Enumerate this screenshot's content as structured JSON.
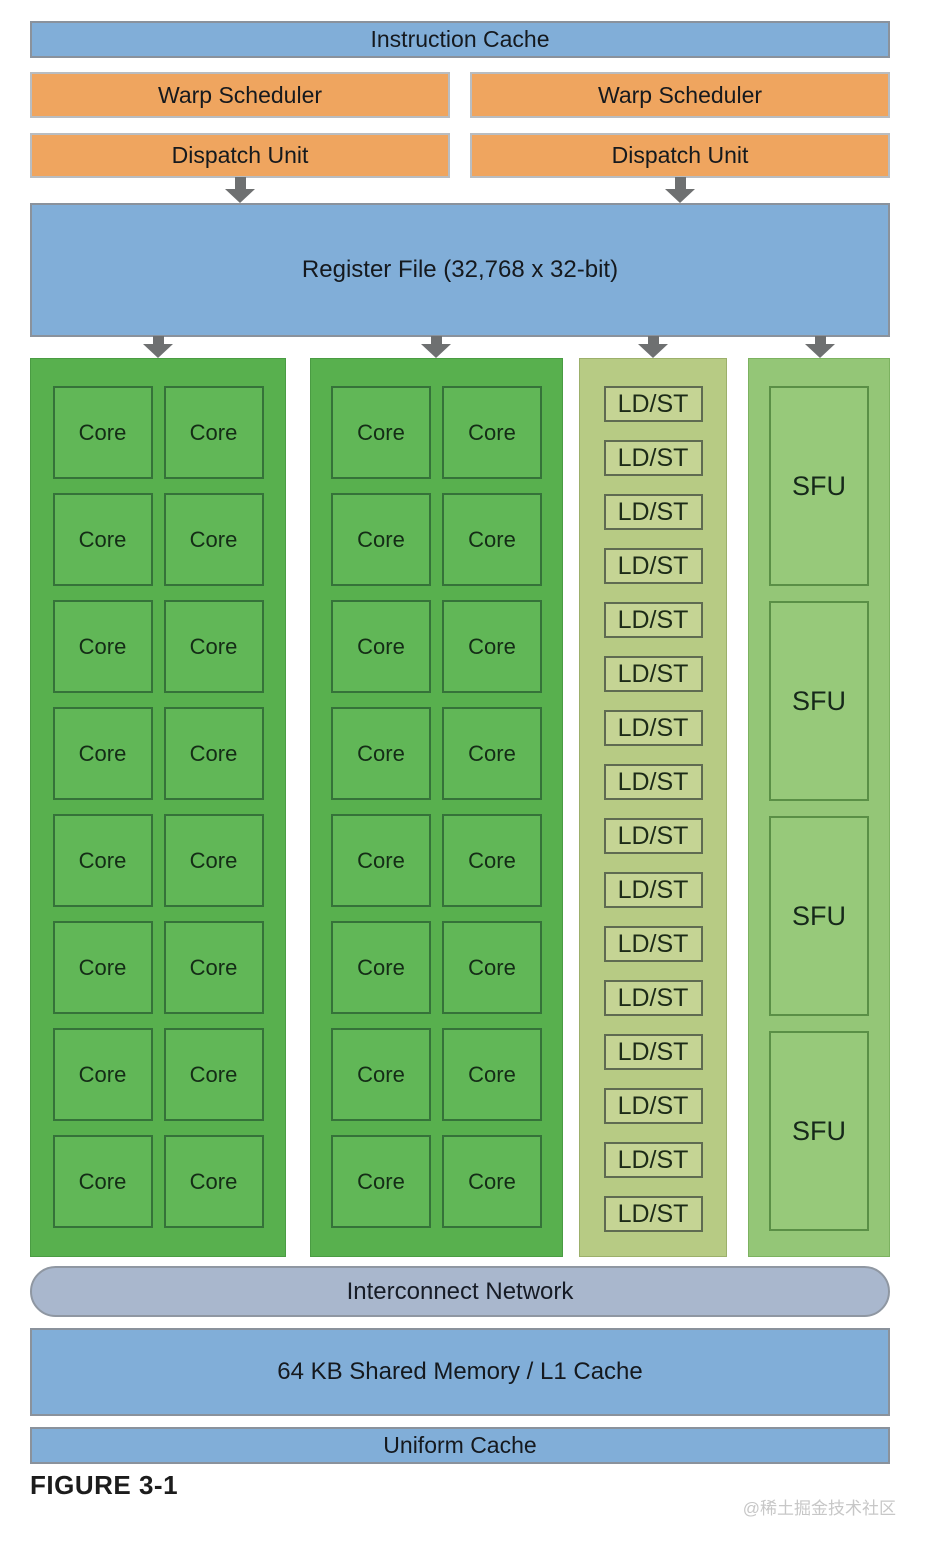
{
  "blocks": {
    "instruction_cache": "Instruction Cache",
    "warp_scheduler": "Warp Scheduler",
    "dispatch_unit": "Dispatch Unit",
    "register_file": "Register File (32,768 x 32-bit)",
    "interconnect_network": "Interconnect Network",
    "shared_memory": "64 KB Shared Memory / L1 Cache",
    "uniform_cache": "Uniform Cache"
  },
  "units": {
    "core_label": "Core",
    "cores_per_panel": 16,
    "core_panel_count": 2,
    "ldst_label": "LD/ST",
    "ldst_count": 16,
    "sfu_label": "SFU",
    "sfu_count": 4
  },
  "caption": "FIGURE 3-1",
  "watermark": "@稀土掘金技术社区",
  "colors": {
    "blue_block": "#81aed8",
    "orange_block": "#efa55f",
    "core_panel_green": "#58b04e",
    "core_cell_green": "#61b757",
    "ldst_panel_green": "#b7cb84",
    "ldst_box_green": "#c5d494",
    "sfu_panel_green": "#94c677",
    "interconnect_fill": "#a9b7cd",
    "arrow_gray": "#6e7071"
  }
}
